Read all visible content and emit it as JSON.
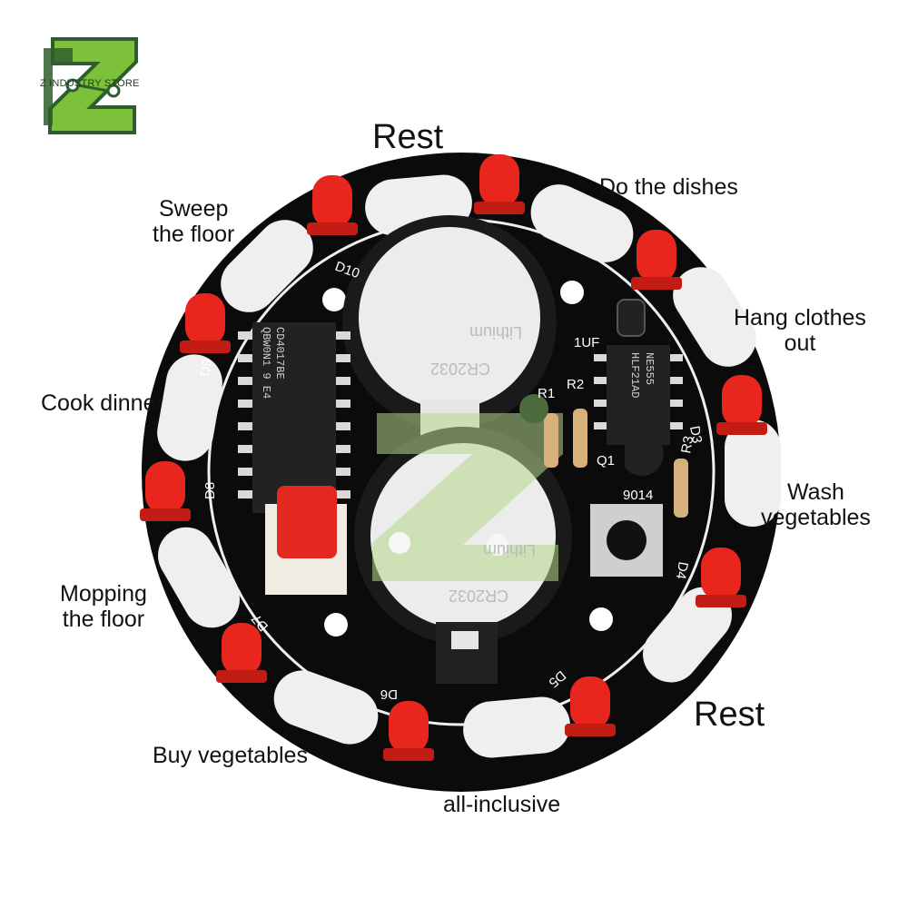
{
  "brand": {
    "name": "Z INDUSTRY STORE"
  },
  "colors": {
    "board": "#0b0b0b",
    "pad": "#f2f2f2",
    "led": "#e8261e",
    "logo_green": "#7dc13a",
    "logo_dark": "#2e5e2e"
  },
  "labels": {
    "top_rest": "Rest",
    "bottom_rest": "Rest",
    "sweep_1": "Sweep",
    "sweep_2": "the floor",
    "dishes": "Do the dishes",
    "hang_1": "Hang clothes",
    "hang_2": "out",
    "cook": "Cook dinner",
    "wash_1": "Wash",
    "wash_2": "vegetables",
    "mop_1": "Mopping",
    "mop_2": "the floor",
    "buy": "Buy vegetables",
    "all": "all-inclusive"
  },
  "board_silkscreen": {
    "d10": "D10",
    "d9": "D9",
    "d8": "D8",
    "d7": "D7",
    "d6": "D6",
    "d5": "D5",
    "d4": "D4",
    "d3": "D3",
    "r1": "R1",
    "r2": "R2",
    "r3": "R3",
    "c1": "1UF",
    "q1": "Q1",
    "q1_part": "9014",
    "ic1_1": "CD4017BE",
    "ic1_2": "QBW0N1 9 E4",
    "ic2_1": "NE555",
    "ic2_2": "HLF21AD",
    "battery": "CR2032",
    "battery_brand": "Lithium"
  }
}
